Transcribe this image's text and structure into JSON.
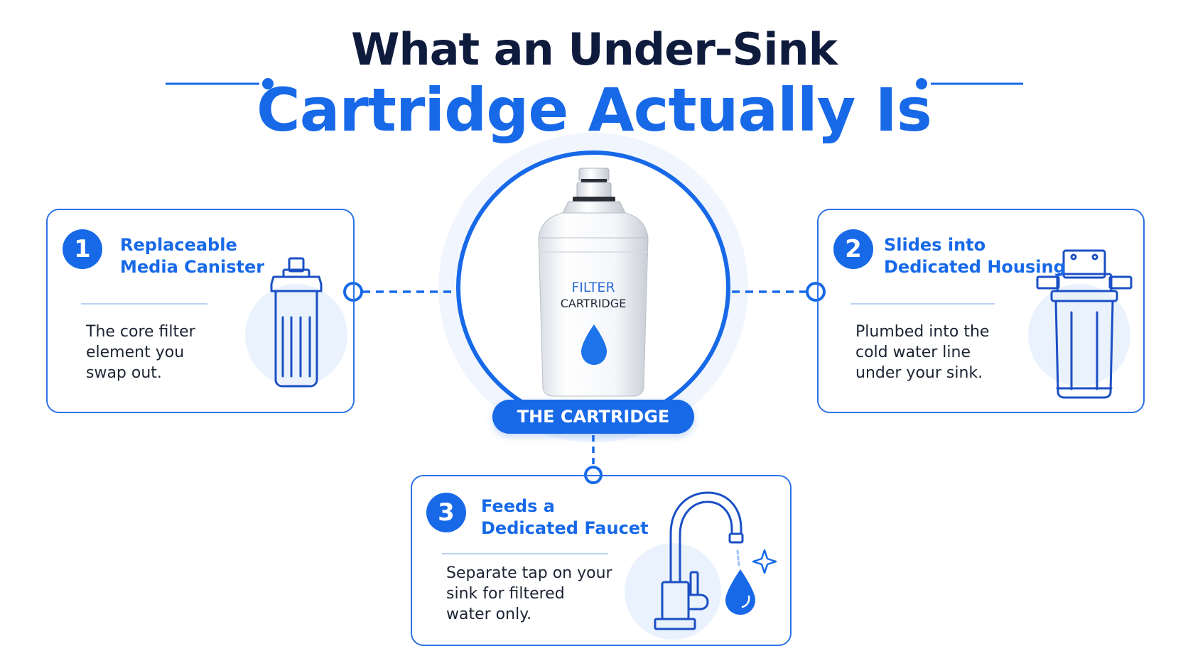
{
  "title": {
    "line1": "What an Under-Sink",
    "line2": "Cartridge Actually Is"
  },
  "center": {
    "cartridge_label_top": "FILTER",
    "cartridge_label_bottom": "CARTRIDGE",
    "pill_label": "THE CARTRIDGE"
  },
  "cards": [
    {
      "number": "1",
      "title": "Replaceable\nMedia Canister",
      "description": "The core filter\nelement you\nswap out.",
      "icon": "filter-canister-icon"
    },
    {
      "number": "2",
      "title": "Slides into\nDedicated Housing",
      "description": "Plumbed into the\ncold water line\nunder your sink.",
      "icon": "filter-housing-icon"
    },
    {
      "number": "3",
      "title": "Feeds a\nDedicated Faucet",
      "description": "Separate tap on your\nsink for filtered\nwater only.",
      "icon": "faucet-icon"
    }
  ],
  "colors": {
    "accent": "#1769e8",
    "title_dark": "#0f1b3d",
    "card_border": "#2d72e6",
    "soft_circle": "#eaf2fd"
  }
}
